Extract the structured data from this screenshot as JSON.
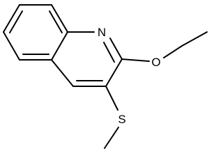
{
  "molecule": {
    "atoms": {
      "nitrogen": {
        "symbol": "N"
      },
      "oxygen": {
        "symbol": "O"
      },
      "sulfur": {
        "symbol": "S"
      }
    },
    "colors": {
      "bond": "#000000",
      "label": "#000000",
      "background": "#ffffff"
    }
  }
}
